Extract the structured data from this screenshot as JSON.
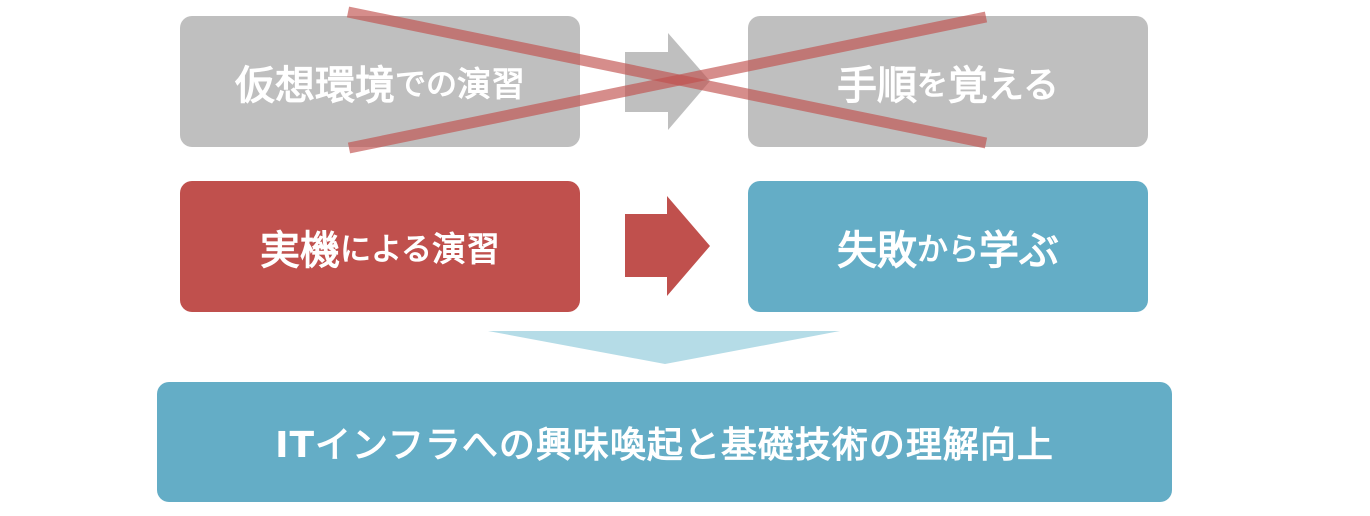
{
  "colors": {
    "gray": "#bfbfbf",
    "red": "#c0504d",
    "blue": "#64adc6",
    "light_blue": "#b5dce7",
    "cross": "#c0504d"
  },
  "row1": {
    "left": {
      "parts": [
        "仮想環境",
        "での",
        "演習"
      ]
    },
    "right": {
      "parts": [
        "手順",
        "を",
        "覚",
        "える"
      ]
    },
    "crossed_out": true
  },
  "row2": {
    "left": {
      "parts": [
        "実機",
        "による",
        "演習"
      ]
    },
    "right": {
      "parts": [
        "失敗",
        "から",
        "学ぶ"
      ]
    }
  },
  "result": {
    "text": "ITインフラへの興味喚起と基礎技術の理解向上"
  }
}
